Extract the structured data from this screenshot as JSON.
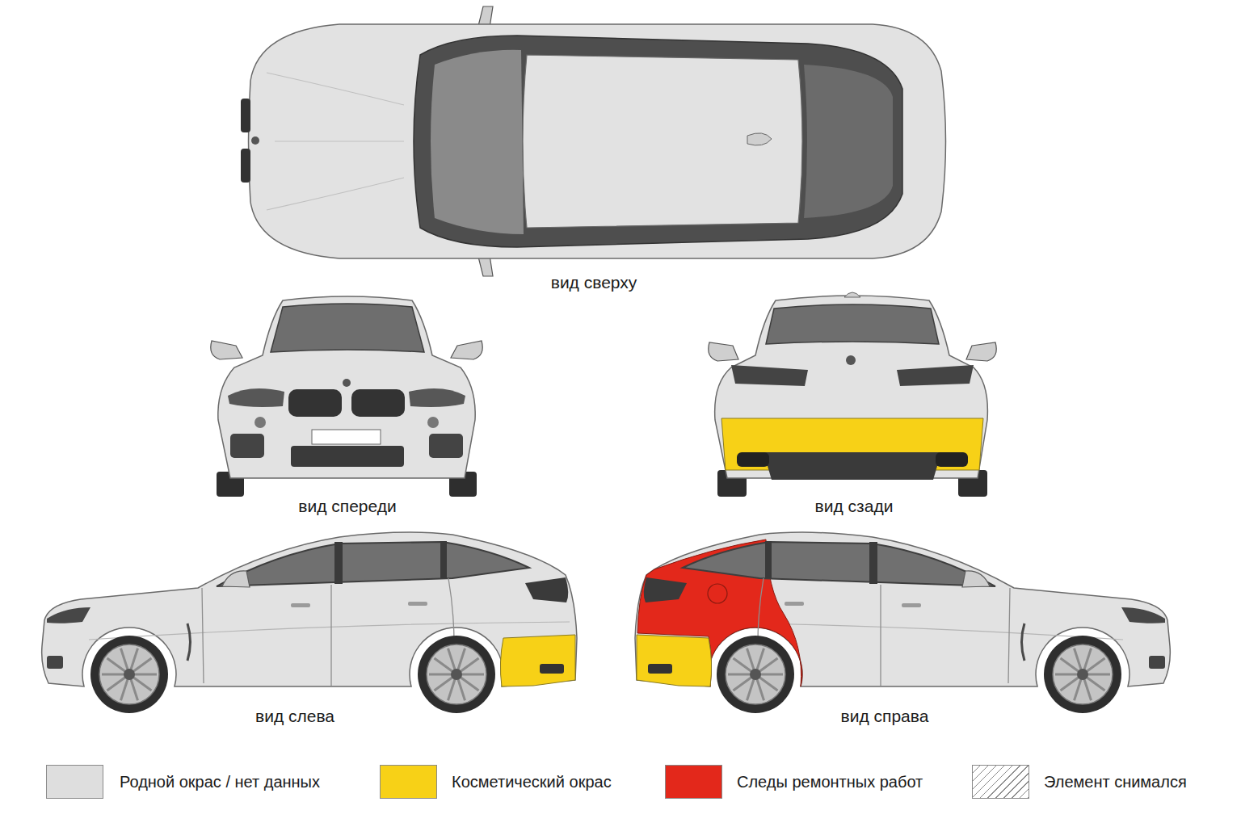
{
  "diagram": {
    "labels": [
      "вид сверху",
      "вид спереди",
      "вид сзади",
      "вид слева",
      "вид справа"
    ],
    "legend": [
      {
        "text": "Родной окрас / нет данных",
        "color": "#dedede"
      },
      {
        "text": "Косметический окрас",
        "color": "#f7d117"
      },
      {
        "text": "Следы ремонтных работ",
        "color": "#e3281b"
      },
      {
        "text": "Элемент снимался"
      }
    ]
  }
}
